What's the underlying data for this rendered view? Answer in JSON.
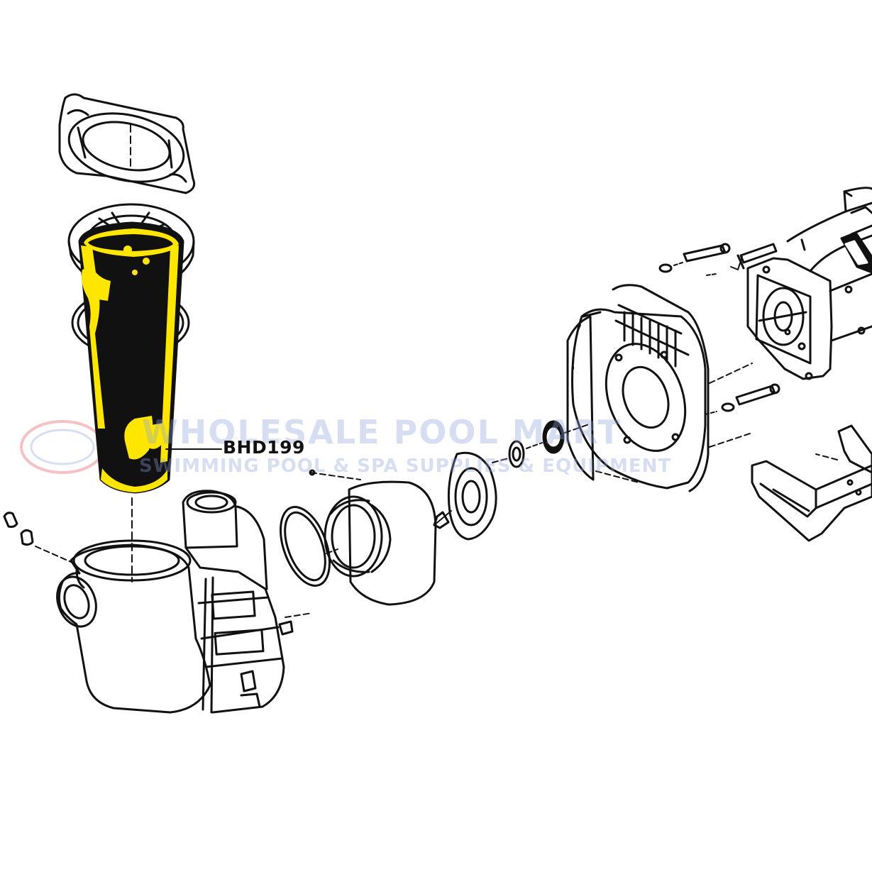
{
  "callout": {
    "part_number": "BHD199"
  },
  "watermark": {
    "title": "WHOLESALE POOL MART",
    "subtitle": "SWIMMING POOL & SPA SUPPLIES & EQUIPMENT"
  },
  "colors": {
    "highlight": "#FFE600",
    "line": "#111111",
    "watermark_red": "#E8505B",
    "watermark_blue": "#8FA4D8"
  }
}
